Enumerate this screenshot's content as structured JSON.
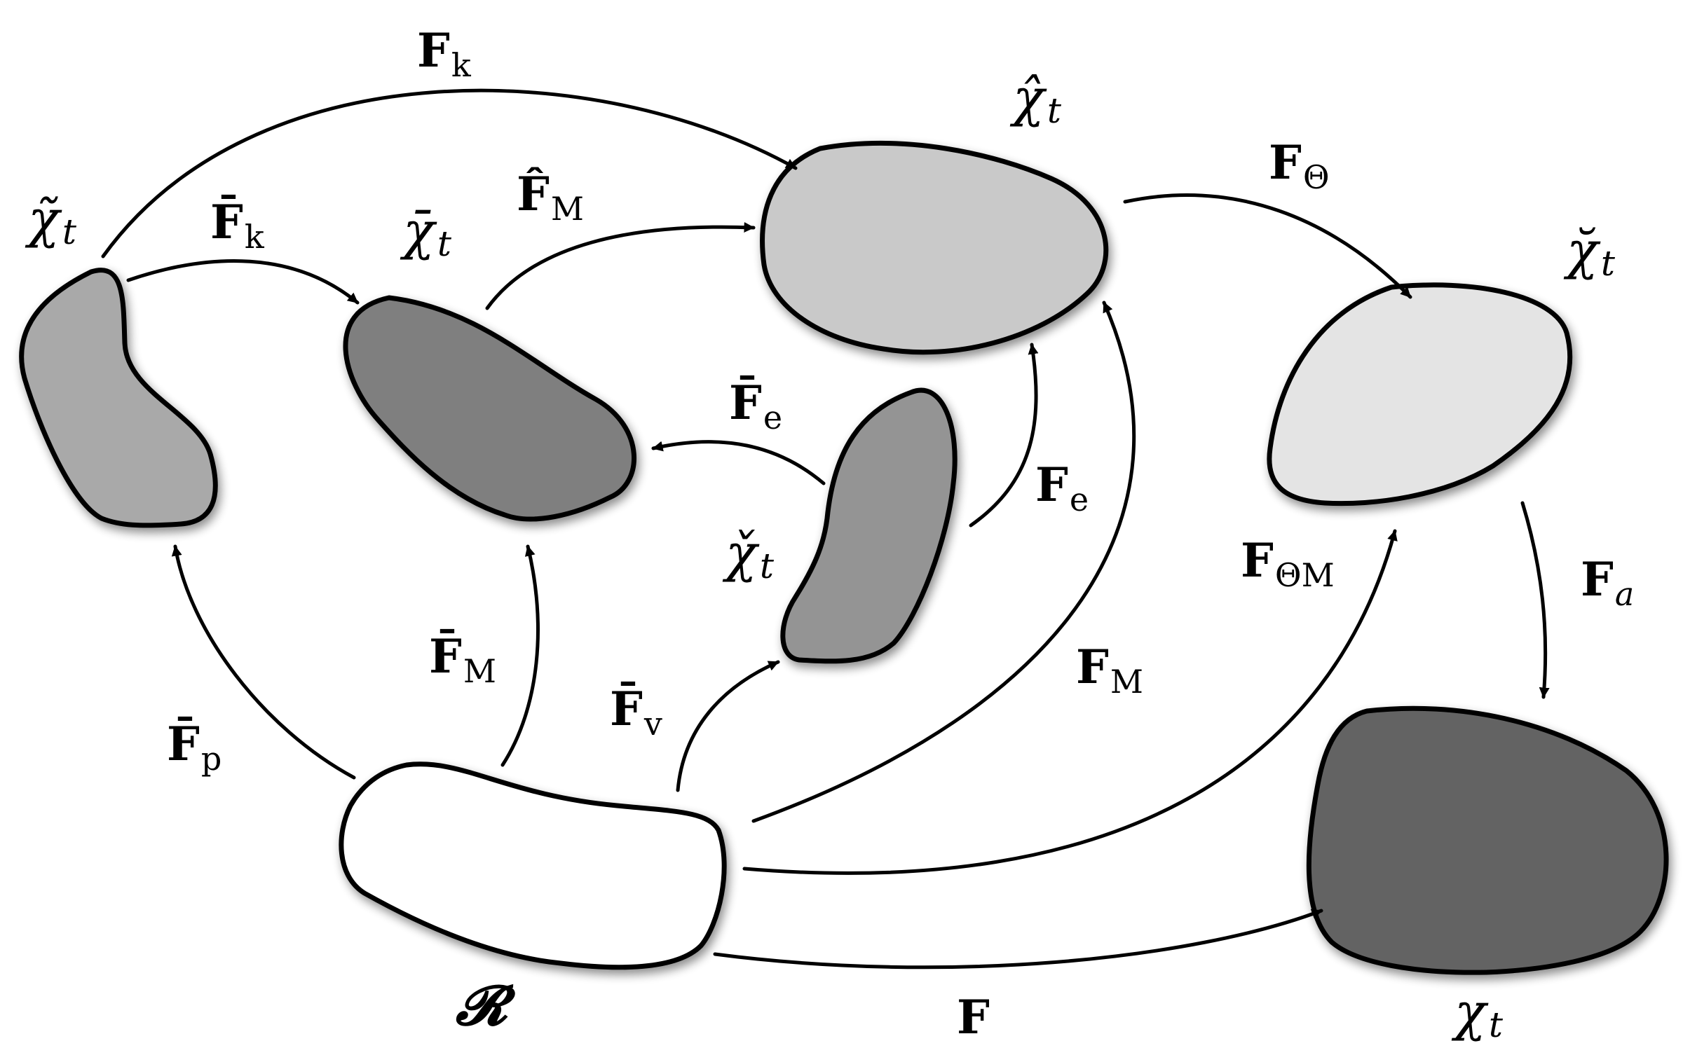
{
  "configurations": {
    "reference": {
      "symbol": "𝓡",
      "fill": "#ffffff"
    },
    "tilde": {
      "base": "χ̃",
      "sub": "t",
      "fill": "#a9a9a9"
    },
    "bar": {
      "base": "χ̄",
      "sub": "t",
      "fill": "#7f7f7f"
    },
    "hat": {
      "base": "χ̂",
      "sub": "t",
      "fill": "#c9c9c9"
    },
    "check": {
      "base": "χ̌",
      "sub": "t",
      "fill": "#949494"
    },
    "breve": {
      "base": "χ̆",
      "sub": "t",
      "fill": "#e4e4e4"
    },
    "current": {
      "base": "χ",
      "sub": "t",
      "fill": "#646464"
    }
  },
  "mappings": {
    "Fk": {
      "base": "F",
      "sub": "k"
    },
    "Fk_bar": {
      "base": "F̄",
      "sub": "k"
    },
    "FM_hat": {
      "base": "F̂",
      "sub": "M"
    },
    "FTheta": {
      "base": "F",
      "sub": "Θ"
    },
    "Fe_bar": {
      "base": "F̄",
      "sub": "e"
    },
    "Fe": {
      "base": "F",
      "sub": "e"
    },
    "FThetaM": {
      "base": "F",
      "sub": "ΘM"
    },
    "Fa": {
      "base": "F",
      "sub": "a"
    },
    "FM_bar": {
      "base": "F̄",
      "sub": "M"
    },
    "Fv_bar": {
      "base": "F̄",
      "sub": "v"
    },
    "FM": {
      "base": "F",
      "sub": "M"
    },
    "Fp_bar": {
      "base": "F̄",
      "sub": "p"
    },
    "F": {
      "base": "F"
    }
  }
}
